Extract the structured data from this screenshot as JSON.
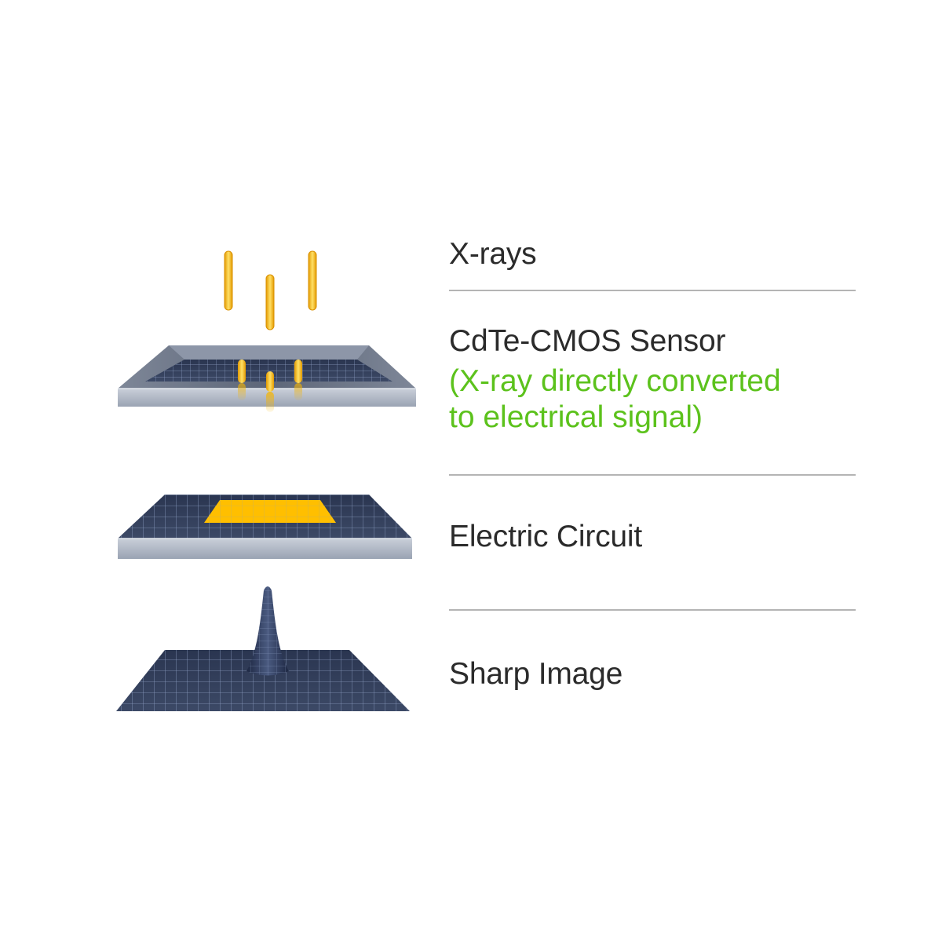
{
  "layers": [
    {
      "title": "X-rays",
      "subtitle_lines": []
    },
    {
      "title": "CdTe-CMOS Sensor",
      "subtitle_lines": [
        "(X-ray directly converted",
        "to electrical signal)"
      ]
    },
    {
      "title": "Electric Circuit",
      "subtitle_lines": []
    },
    {
      "title": "Sharp Image",
      "subtitle_lines": []
    }
  ],
  "colors": {
    "text": "#2b2b2b",
    "accent": "#5cc21c",
    "xray": "#f5b400",
    "grid": "#2e3a55",
    "slab": "#aeb6c4"
  },
  "icons": [
    "xray-beam-icon",
    "sensor-slab-icon",
    "circuit-slab-icon",
    "sharp-peak-icon"
  ]
}
